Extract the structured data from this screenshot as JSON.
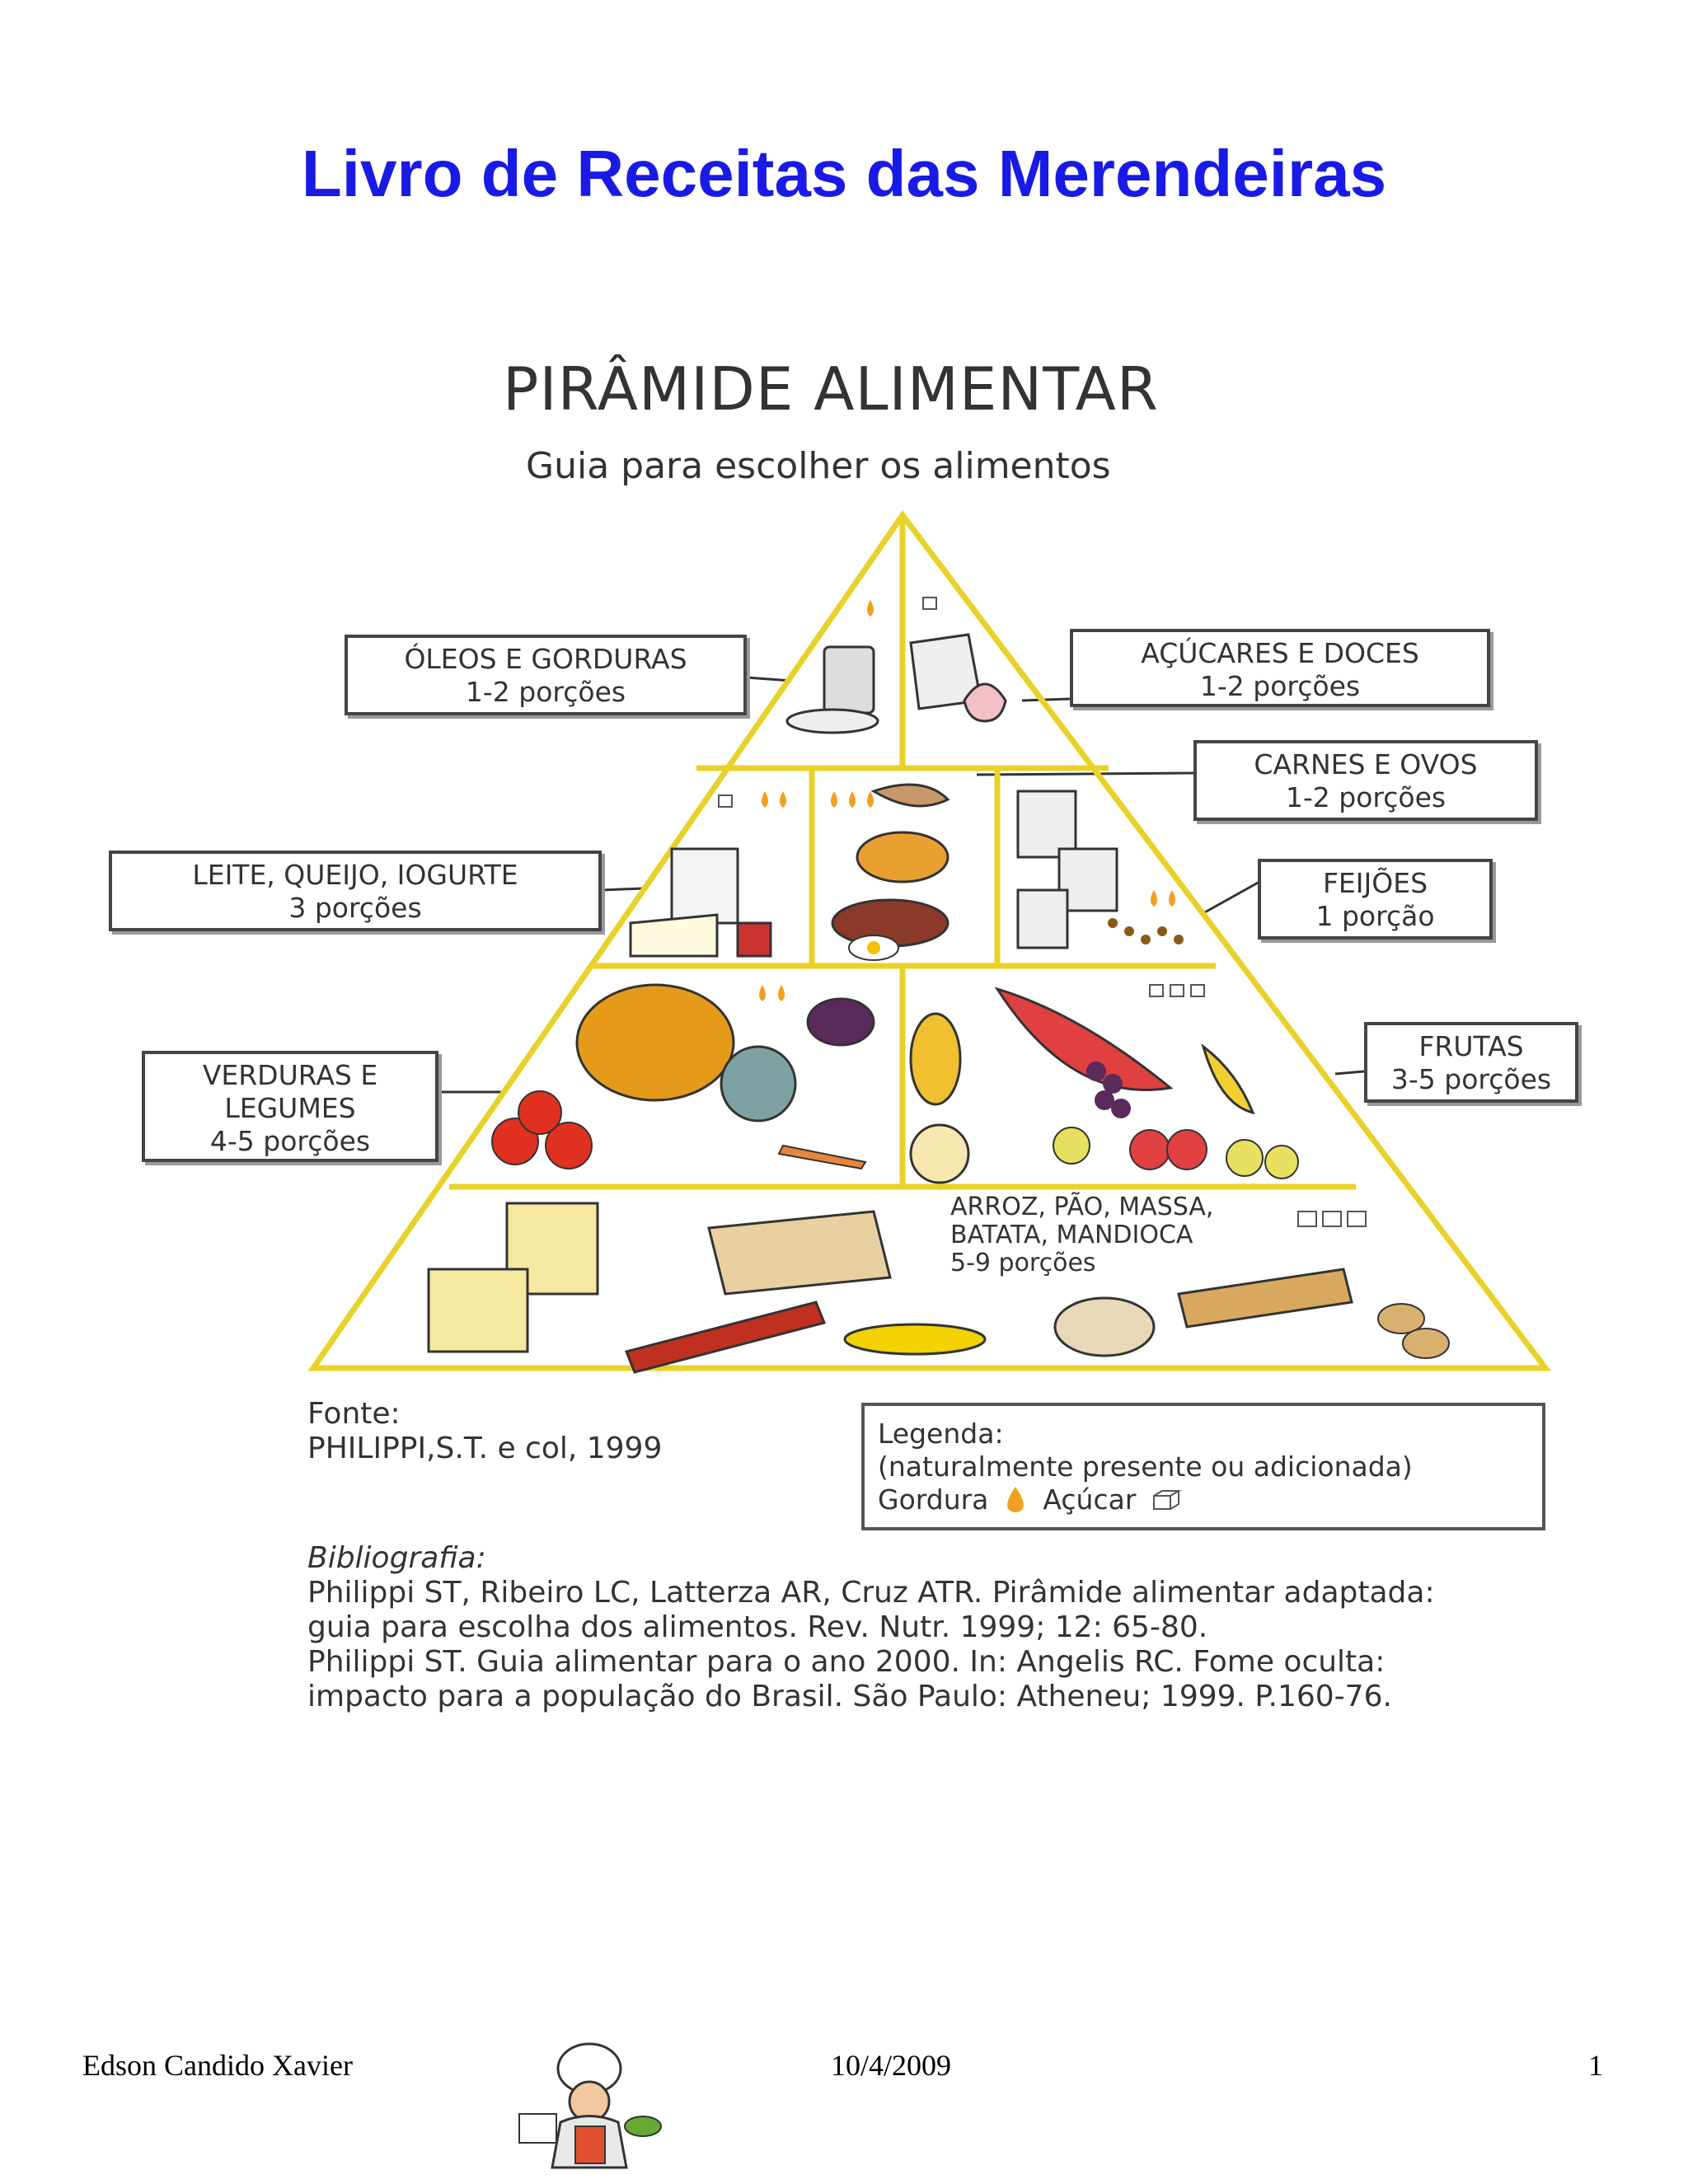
{
  "doc_title": "Livro de Receitas das Merendeiras",
  "pyramid": {
    "title": "PIRÂMIDE ALIMENTAR",
    "subtitle": "Guia para escolher os alimentos",
    "groups": {
      "oleos": {
        "name": "ÓLEOS E GORDURAS",
        "portions": "1-2 porções"
      },
      "acucares": {
        "name": "AÇÚCARES E DOCES",
        "portions": "1-2 porções"
      },
      "carnes": {
        "name": "CARNES E OVOS",
        "portions": "1-2 porções"
      },
      "leite": {
        "name": "LEITE, QUEIJO, IOGURTE",
        "portions": "3 porções"
      },
      "feijoes": {
        "name": "FEIJÕES",
        "portions": "1 porção"
      },
      "verduras": {
        "line1": "VERDURAS E",
        "line2": "LEGUMES",
        "portions": "4-5 porções"
      },
      "frutas": {
        "name": "FRUTAS",
        "portions": "3-5 porções"
      },
      "arroz": {
        "line1": "ARROZ, PÃO, MASSA,",
        "line2": "BATATA, MANDIOCA",
        "portions": "5-9 porções"
      }
    },
    "source_label": "Fonte:",
    "source_text": "PHILIPPI,S.T. e col, 1999",
    "legend": {
      "title": "Legenda:",
      "note": "(naturalmente presente ou adicionada)",
      "fat_label": "Gordura",
      "sugar_label": "Açúcar",
      "fat_icon": "drop-icon",
      "sugar_icon": "sugar-cube-icon"
    },
    "bibliography": {
      "heading": "Bibliografia:",
      "lines": [
        "Philippi ST, Ribeiro LC, Latterza AR, Cruz ATR. Pirâmide alimentar adaptada:",
        "guia para escolha dos alimentos. Rev. Nutr. 1999; 12: 65-80.",
        "Philippi ST. Guia alimentar para o ano 2000. In: Angelis RC. Fome oculta:",
        "impacto para a população do Brasil. São Paulo: Atheneu; 1999. P.160-76."
      ]
    },
    "colors": {
      "outline": "#e8d22a",
      "drop": "#f0a020"
    }
  },
  "footer": {
    "author": "Edson Candido Xavier",
    "date": "10/4/2009",
    "page": "1"
  }
}
